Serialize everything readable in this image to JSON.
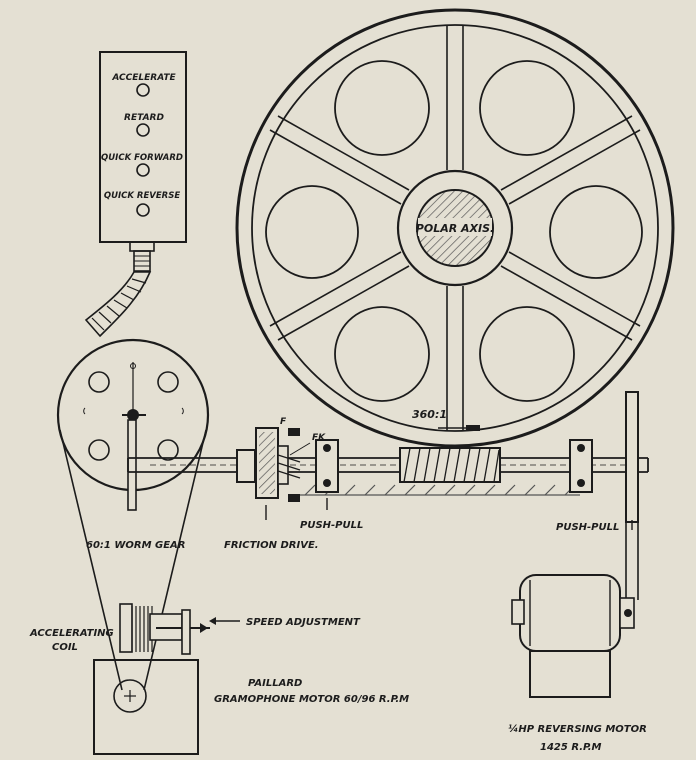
{
  "control_box": {
    "buttons": [
      "ACCELERATE",
      "RETARD",
      "QUICK FORWARD",
      "QUICK REVERSE"
    ]
  },
  "wheel": {
    "hub_label": "POLAR AXIS.",
    "ratio_label": "360:1"
  },
  "shaft": {
    "friction_mark_f": "F",
    "friction_mark_fk": "FK",
    "push_pull_left": "PUSH-PULL",
    "push_pull_right": "PUSH-PULL"
  },
  "labels": {
    "worm_gear": "60:1 WORM GEAR",
    "friction_drive": "FRICTION DRIVE.",
    "speed_adjustment": "SPEED ADJUSTMENT",
    "accelerating_coil_line1": "ACCELERATING",
    "accelerating_coil_line2": "COIL",
    "gramophone_line1": "PAILLARD",
    "gramophone_line2": "GRAMOPHONE MOTOR 60/96 R.P.M",
    "reversing_motor_line1": "¼HP REVERSING MOTOR",
    "reversing_motor_line2": "1425 R.P.M"
  },
  "colors": {
    "paper": "#e4e0d3",
    "ink": "#1c1c1c",
    "hatch": "#555555"
  }
}
